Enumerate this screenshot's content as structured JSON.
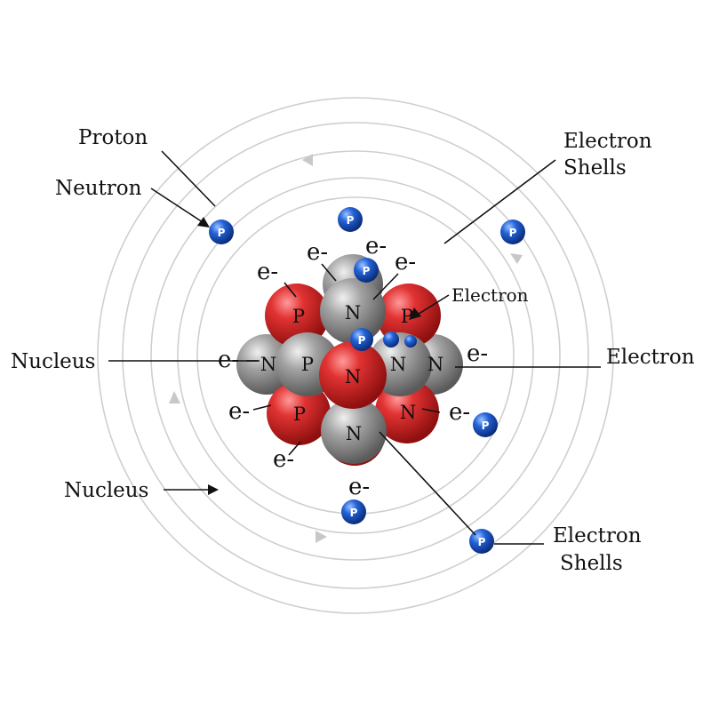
{
  "labels": {
    "proton": "Proton",
    "neutron": "Neutron",
    "electron_shells_top": [
      "Electron",
      "Shells"
    ],
    "electron_inner": "Electron",
    "nucleus_left": "Nucleus",
    "electron_right": "Electron",
    "nucleus_bottom": "Nucleus",
    "electron_shells_bottom": [
      "Electron",
      "Shells"
    ]
  },
  "particle_symbols": {
    "proton": "P",
    "neutron": "N",
    "electron": "e-"
  },
  "colors": {
    "proton": "#d92b2b",
    "neutron": "#8f8f8f",
    "electron_ball": "#1f5fd6",
    "orbit": "#cfcfcf"
  }
}
